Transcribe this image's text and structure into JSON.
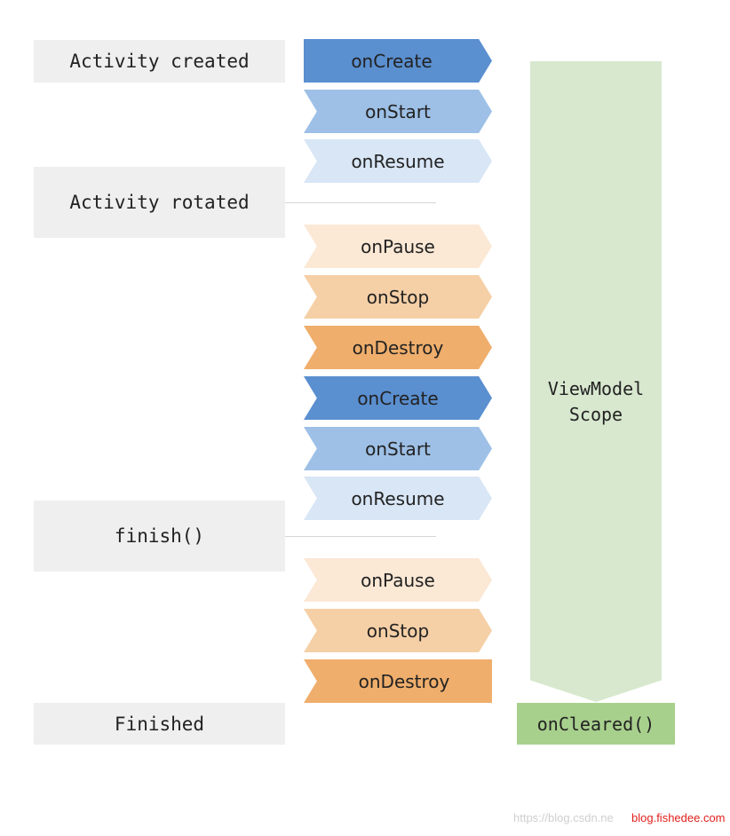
{
  "states": [
    {
      "id": "activity-created",
      "label": "Activity created"
    },
    {
      "id": "activity-rotated",
      "label": "Activity rotated"
    },
    {
      "id": "finish",
      "label": "finish()"
    },
    {
      "id": "finished",
      "label": "Finished"
    }
  ],
  "events": [
    {
      "label": "onCreate"
    },
    {
      "label": "onStart"
    },
    {
      "label": "onResume"
    },
    {
      "label": "onPause"
    },
    {
      "label": "onStop"
    },
    {
      "label": "onDestroy"
    },
    {
      "label": "onCreate"
    },
    {
      "label": "onStart"
    },
    {
      "label": "onResume"
    },
    {
      "label": "onPause"
    },
    {
      "label": "onStop"
    },
    {
      "label": "onDestroy"
    }
  ],
  "scope": {
    "label": "ViewModel\nScope"
  },
  "cleared": {
    "label": "onCleared()"
  },
  "watermark": {
    "faded": "https://blog.csdn.ne",
    "brand": "blog.fishedee.com"
  },
  "colors": {
    "onCreate": "#5a8fd0",
    "onStart": "#9ec0e6",
    "onResume": "#d8e6f6",
    "onPause": "#fbe8d5",
    "onStop": "#f5cfa6",
    "onDestroy": "#efae6c",
    "scope": "#d8e8cf",
    "cleared": "#a8d08d",
    "state": "#efefef"
  }
}
